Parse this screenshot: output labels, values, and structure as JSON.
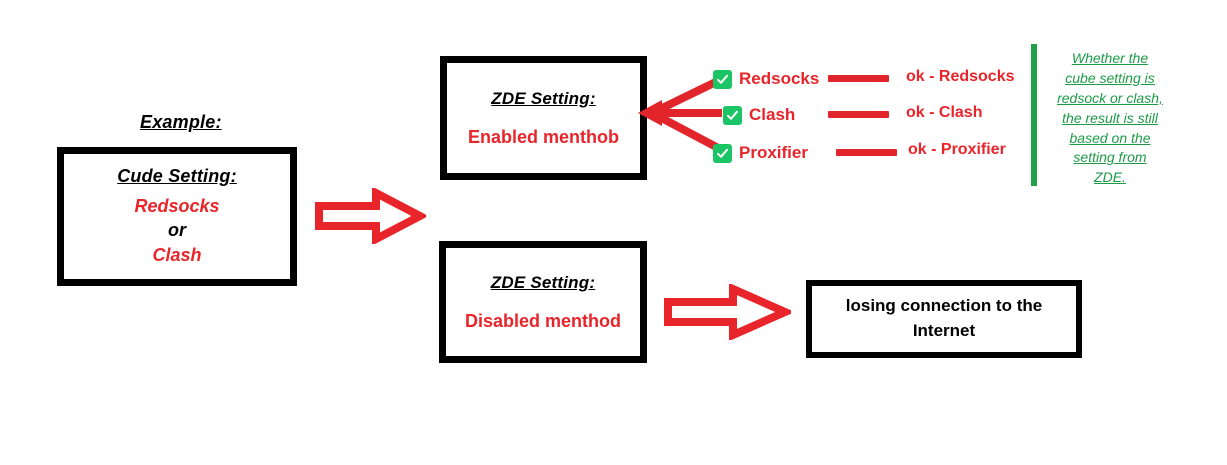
{
  "colors": {
    "red": "#e8252a",
    "green_check": "#1bc464",
    "green_note": "#1e9a47",
    "black": "#000000",
    "background": "#ffffff"
  },
  "example": {
    "label": "Example:"
  },
  "cube_box": {
    "heading": "Cude Setting:",
    "option_a": "Redsocks",
    "conjunction": "or",
    "option_b": "Clash"
  },
  "arrows": {
    "cube_to_zde": "hollow-right-arrow",
    "disabled_to_result": "hollow-right-arrow",
    "zde_fan": "three-prong-left-arrow"
  },
  "zde_enabled_box": {
    "heading": "ZDE Setting:",
    "status": "Enabled menthob"
  },
  "zde_disabled_box": {
    "heading": "ZDE Setting:",
    "status": "Disabled menthod"
  },
  "result_box": {
    "line1": "losing connection to the",
    "line2": "Internet"
  },
  "options": [
    {
      "label": "Redsocks",
      "checked": true,
      "result": "ok - Redsocks"
    },
    {
      "label": "Clash",
      "checked": true,
      "result": "ok - Clash"
    },
    {
      "label": "Proxifier",
      "checked": true,
      "result": "ok - Proxifier"
    }
  ],
  "note": {
    "lines": [
      "Whether the",
      "cube setting is",
      "redsock or clash,",
      "the result is still",
      "based on the",
      "setting from",
      "ZDE."
    ]
  }
}
